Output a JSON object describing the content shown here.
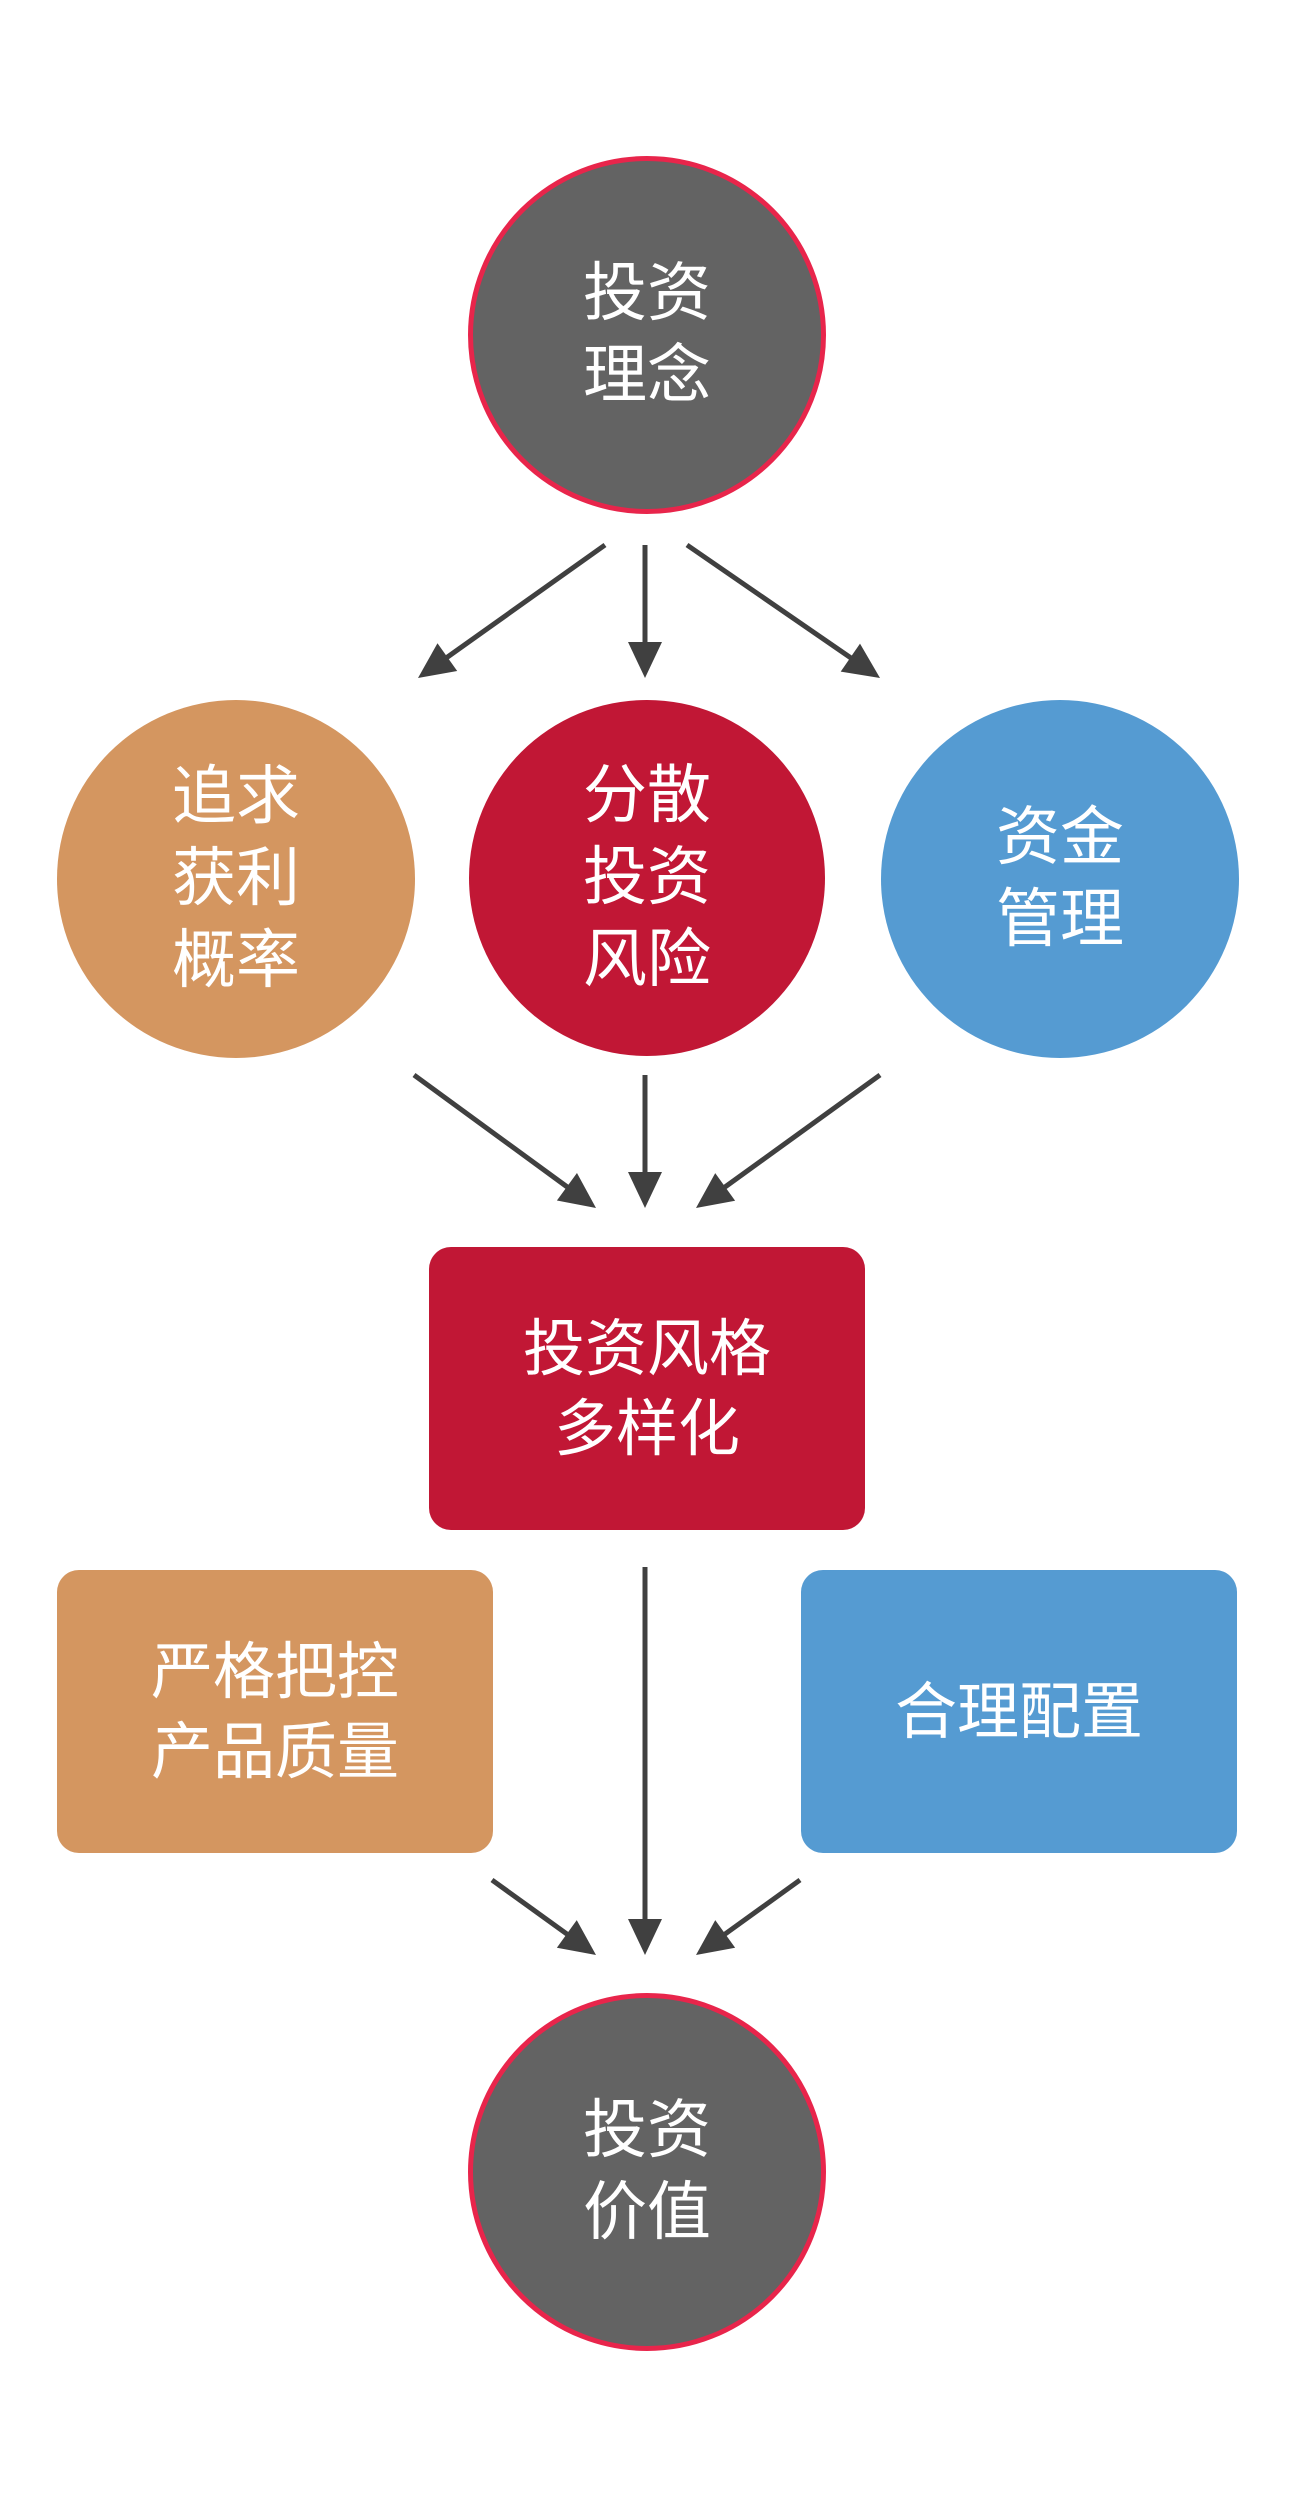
{
  "colors": {
    "gray": "#636363",
    "red": "#c11735",
    "tan": "#d49660",
    "blue": "#559bd2",
    "outline": "#e8254b",
    "arrow": "#404040"
  },
  "nodes": {
    "concept": {
      "lines": [
        "投资",
        "理念"
      ],
      "color": "gray"
    },
    "profit": {
      "lines": [
        "追求",
        "获利",
        "概率"
      ],
      "color": "tan"
    },
    "diversify": {
      "lines": [
        "分散",
        "投资",
        "风险"
      ],
      "color": "red"
    },
    "capital": {
      "lines": [
        "资金",
        "管理"
      ],
      "color": "blue"
    },
    "style": {
      "lines": [
        "投资风格",
        "多样化"
      ],
      "color": "red"
    },
    "quality": {
      "lines": [
        "严格把控",
        "产品质量"
      ],
      "color": "tan"
    },
    "alloc": {
      "lines": [
        "合理配置"
      ],
      "color": "blue"
    },
    "value": {
      "lines": [
        "投资",
        "价值"
      ],
      "color": "gray"
    }
  },
  "edges": [
    {
      "from": "concept",
      "to": "profit"
    },
    {
      "from": "concept",
      "to": "diversify"
    },
    {
      "from": "concept",
      "to": "capital"
    },
    {
      "from": "profit",
      "to": "style"
    },
    {
      "from": "diversify",
      "to": "style"
    },
    {
      "from": "capital",
      "to": "style"
    },
    {
      "from": "quality",
      "to": "value"
    },
    {
      "from": "style",
      "to": "value"
    },
    {
      "from": "alloc",
      "to": "value"
    }
  ]
}
